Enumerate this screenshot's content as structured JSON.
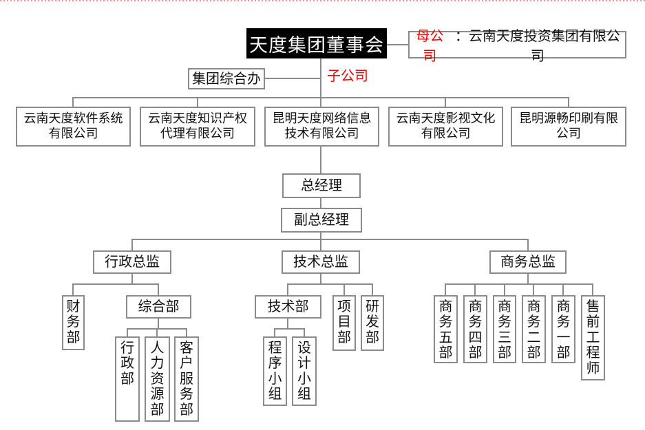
{
  "org": {
    "board": "天度集团董事会",
    "parent": {
      "label": "母公司",
      "name": "：云南天度投资集团有限公司"
    },
    "child_label": "子公司",
    "group_office": "集团综合办",
    "subsidiaries": [
      {
        "line1": "云南天度软件系统",
        "line2": "有限公司"
      },
      {
        "line1": "云南天度知识产权",
        "line2": "代理有限公司"
      },
      {
        "line1": "昆明天度网络信息",
        "line2": "技术有限公司"
      },
      {
        "line1": "云南天度影视文化",
        "line2": "有限公司"
      },
      {
        "line1": "昆明源畅印刷有限",
        "line2": "公司"
      }
    ],
    "general_manager": "总经理",
    "deputy_general_manager": "副总经理",
    "directors": {
      "admin": "行政总监",
      "tech": "技术总监",
      "business": "商务总监"
    },
    "admin_branch": {
      "finance": "财务部",
      "general_affairs": "综合部",
      "admin_dept": "行政部",
      "hr": "人力资源部",
      "customer_service": "客户服务部"
    },
    "tech_branch": {
      "tech_dept": "技术部",
      "project": "项目部",
      "rnd": "研发部",
      "program_team": "程序小组",
      "design_team": "设计小组"
    },
    "business_branch": {
      "biz5": "商务五部",
      "biz4": "商务四部",
      "biz3": "商务三部",
      "biz2": "商务二部",
      "biz1": "商务一部",
      "presales": "售前工程师"
    }
  },
  "colors": {
    "accent_red": "#f40000",
    "divider_red": "#f59393",
    "line_gray": "#8a8a8a"
  }
}
